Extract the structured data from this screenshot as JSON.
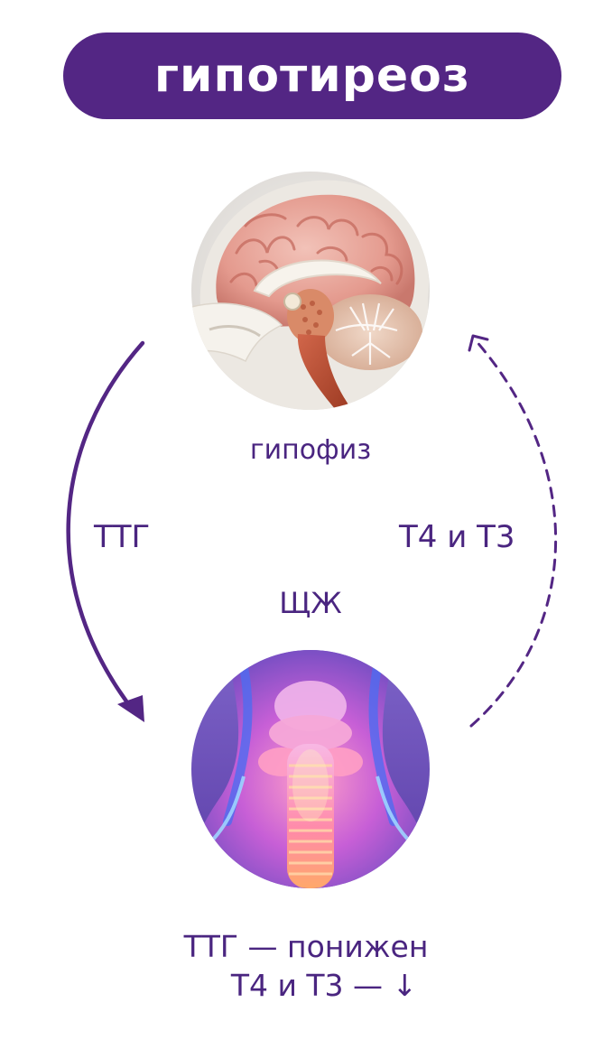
{
  "title": "гипотиреоз",
  "labels": {
    "pituitary": "гипофиз",
    "tsh": "ТТГ",
    "t4_t3": "Т4 и Т3",
    "thyroid": "ЩЖ"
  },
  "result": {
    "line1": "ТТГ — понижен",
    "line2": "Т4 и Т3 —  ↓"
  },
  "colors": {
    "brand_purple": "#532684",
    "text_purple": "#4a2580"
  },
  "icons": {
    "top_image": "brain-illustration",
    "bottom_image": "thyroid-illustration",
    "left_arrow": "solid-curved-arrow",
    "right_arrow": "dashed-curved-arrow"
  }
}
